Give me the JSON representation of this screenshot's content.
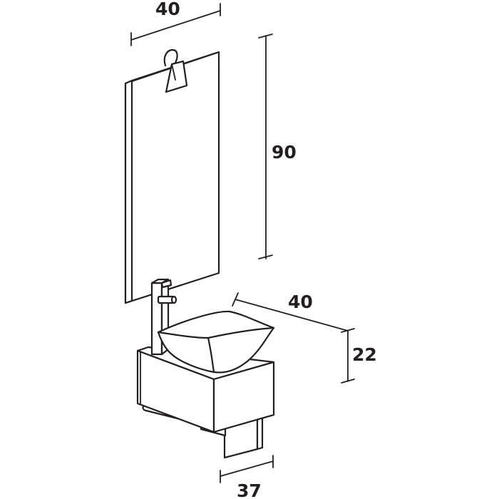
{
  "drawing": {
    "dimensions": {
      "mirror_width": "40",
      "mirror_height": "90",
      "basin_width": "40",
      "basin_height": "22",
      "cabinet_depth": "37"
    },
    "colors": {
      "line": "#231f20",
      "background": "#ffffff"
    }
  }
}
